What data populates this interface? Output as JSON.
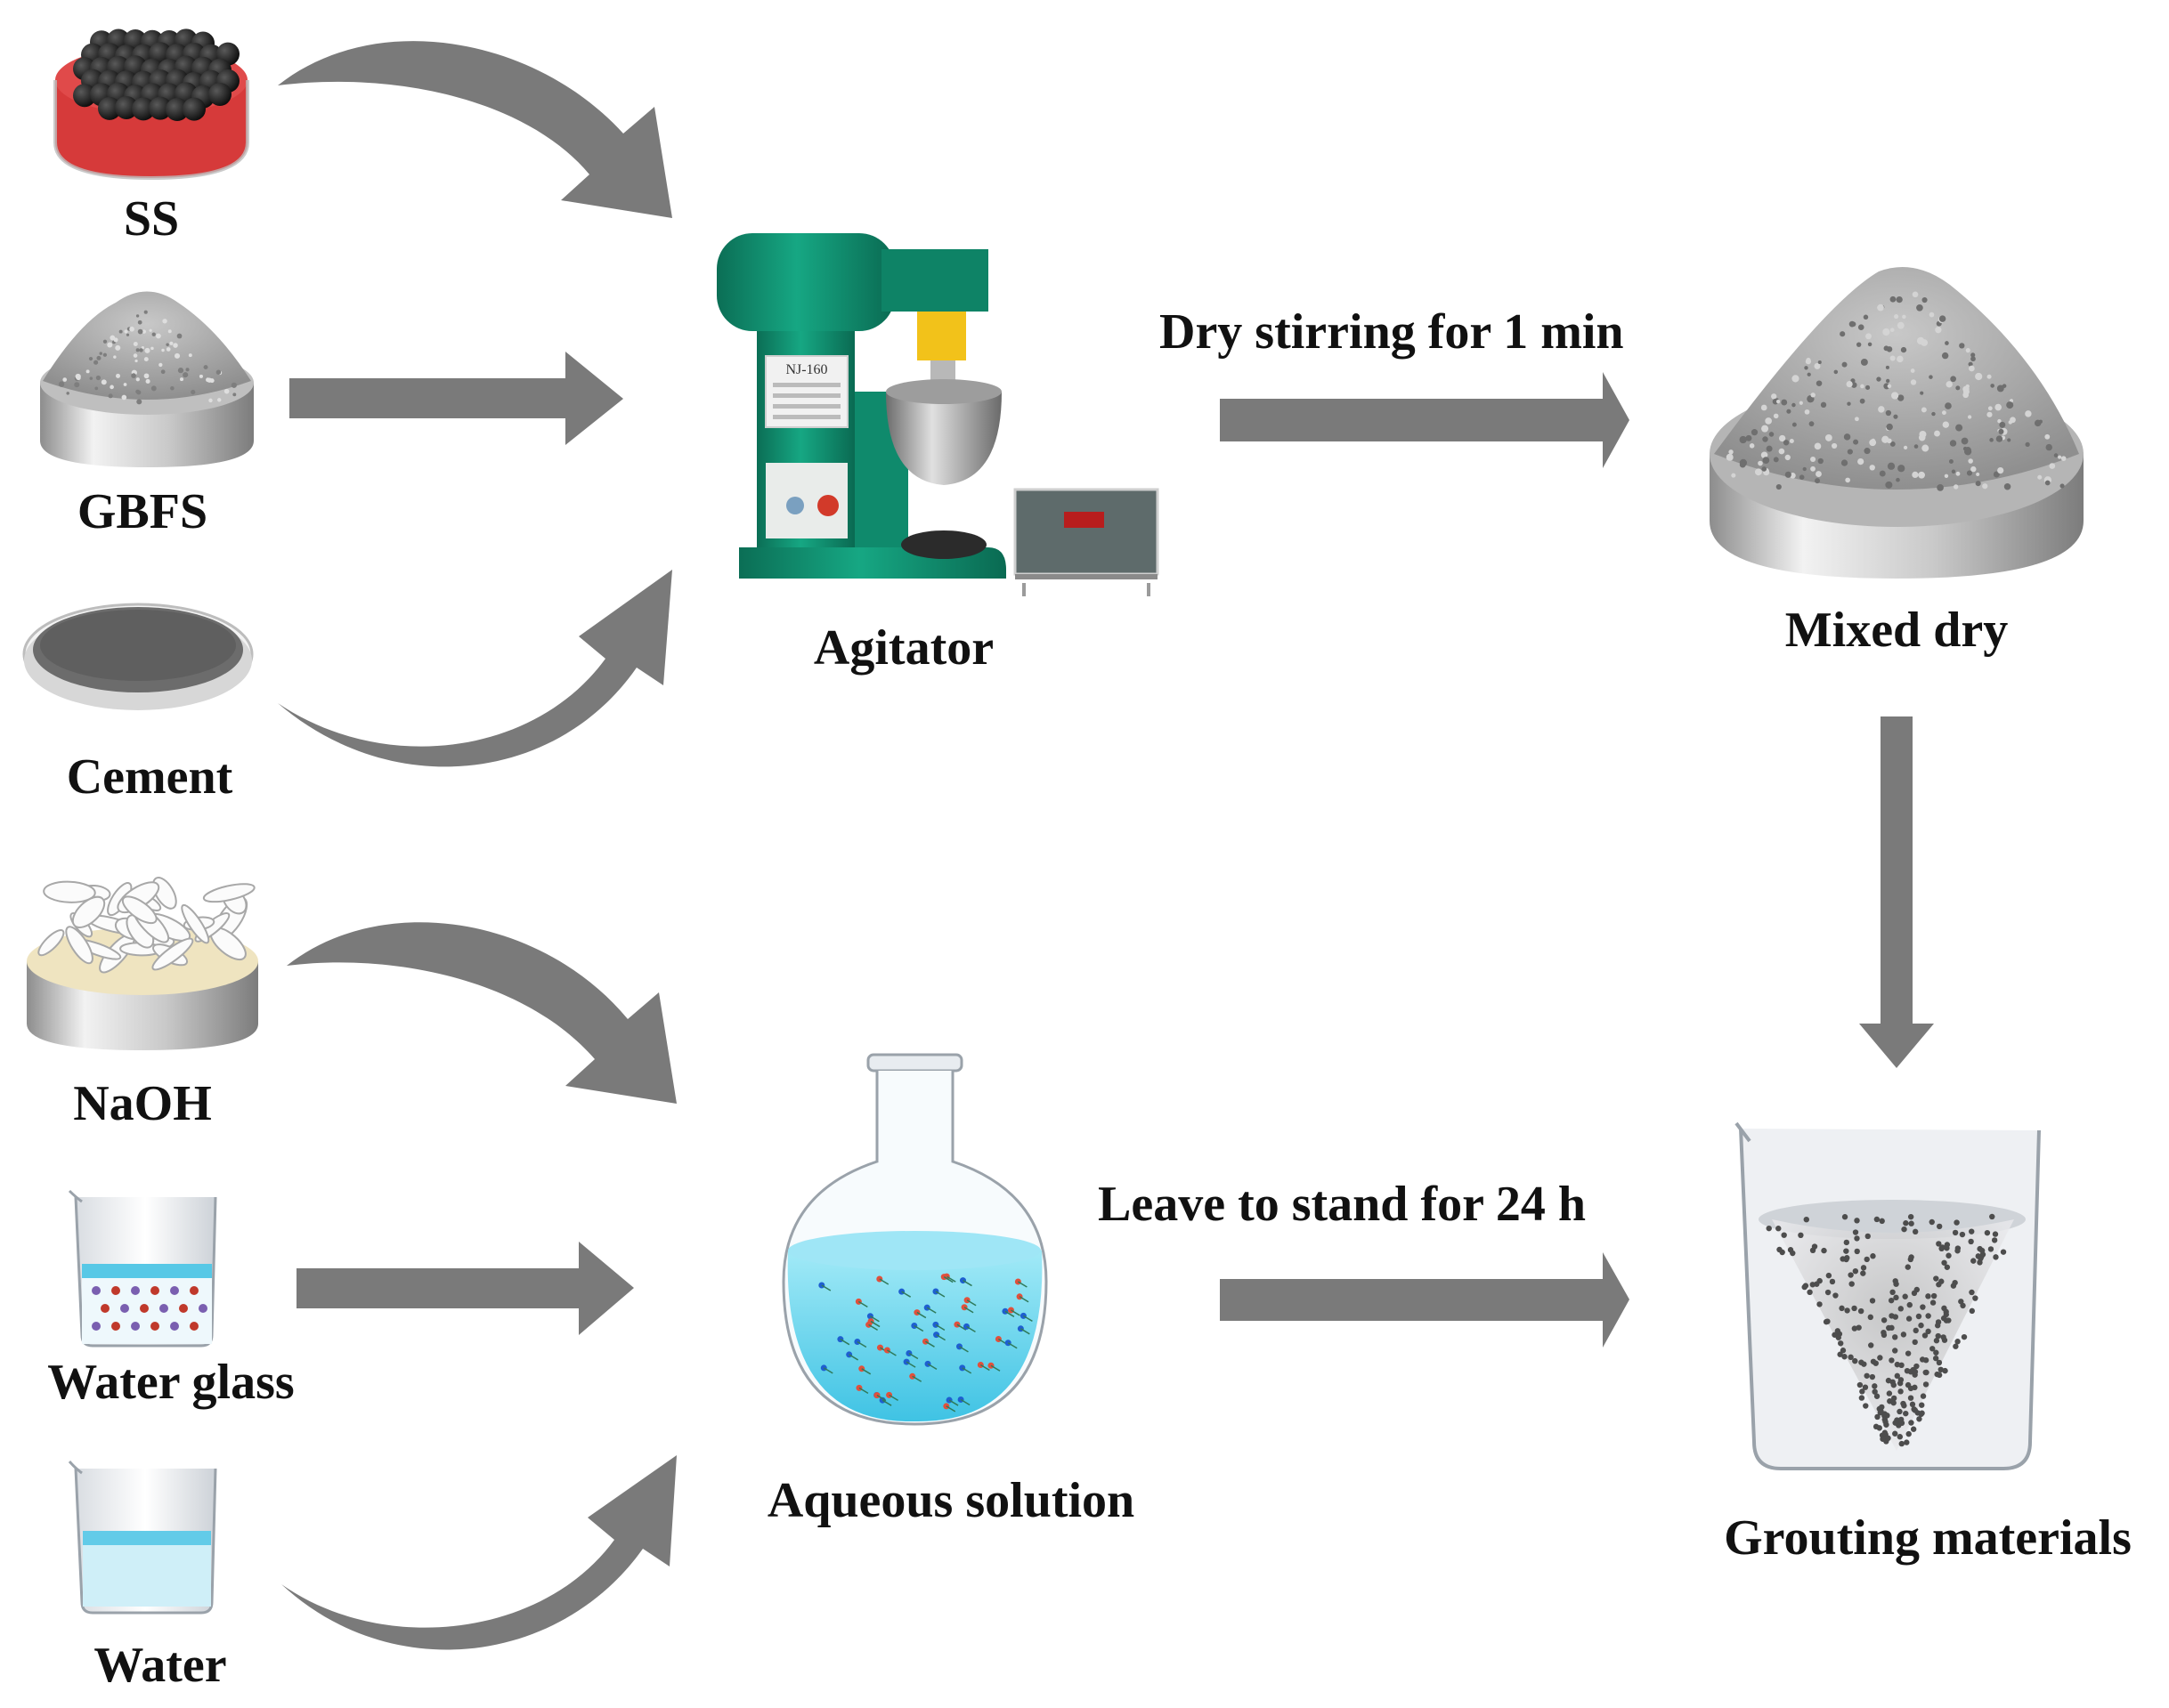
{
  "materials": {
    "ss": "SS",
    "gbfs": "GBFS",
    "cement": "Cement",
    "naoh": "NaOH",
    "water_glass": "Water glass",
    "water": "Water"
  },
  "stations": {
    "agitator": "Agitator",
    "aqueous_solution": "Aqueous solution",
    "mixed_dry": "Mixed dry",
    "grouting_materials": "Grouting materials"
  },
  "steps": {
    "dry_stirring": "Dry stirring for 1 min",
    "leave_to_stand": "Leave to stand for 24 h"
  },
  "agitator_panel": {
    "model": "NJ-160"
  },
  "colors": {
    "arrow": "#7a7a7a",
    "agitator_green": "#0f8f6f",
    "powder_gray": "#9a9a9a",
    "solution_blue": "#5fd3ee",
    "ss_red": "#d93030"
  }
}
